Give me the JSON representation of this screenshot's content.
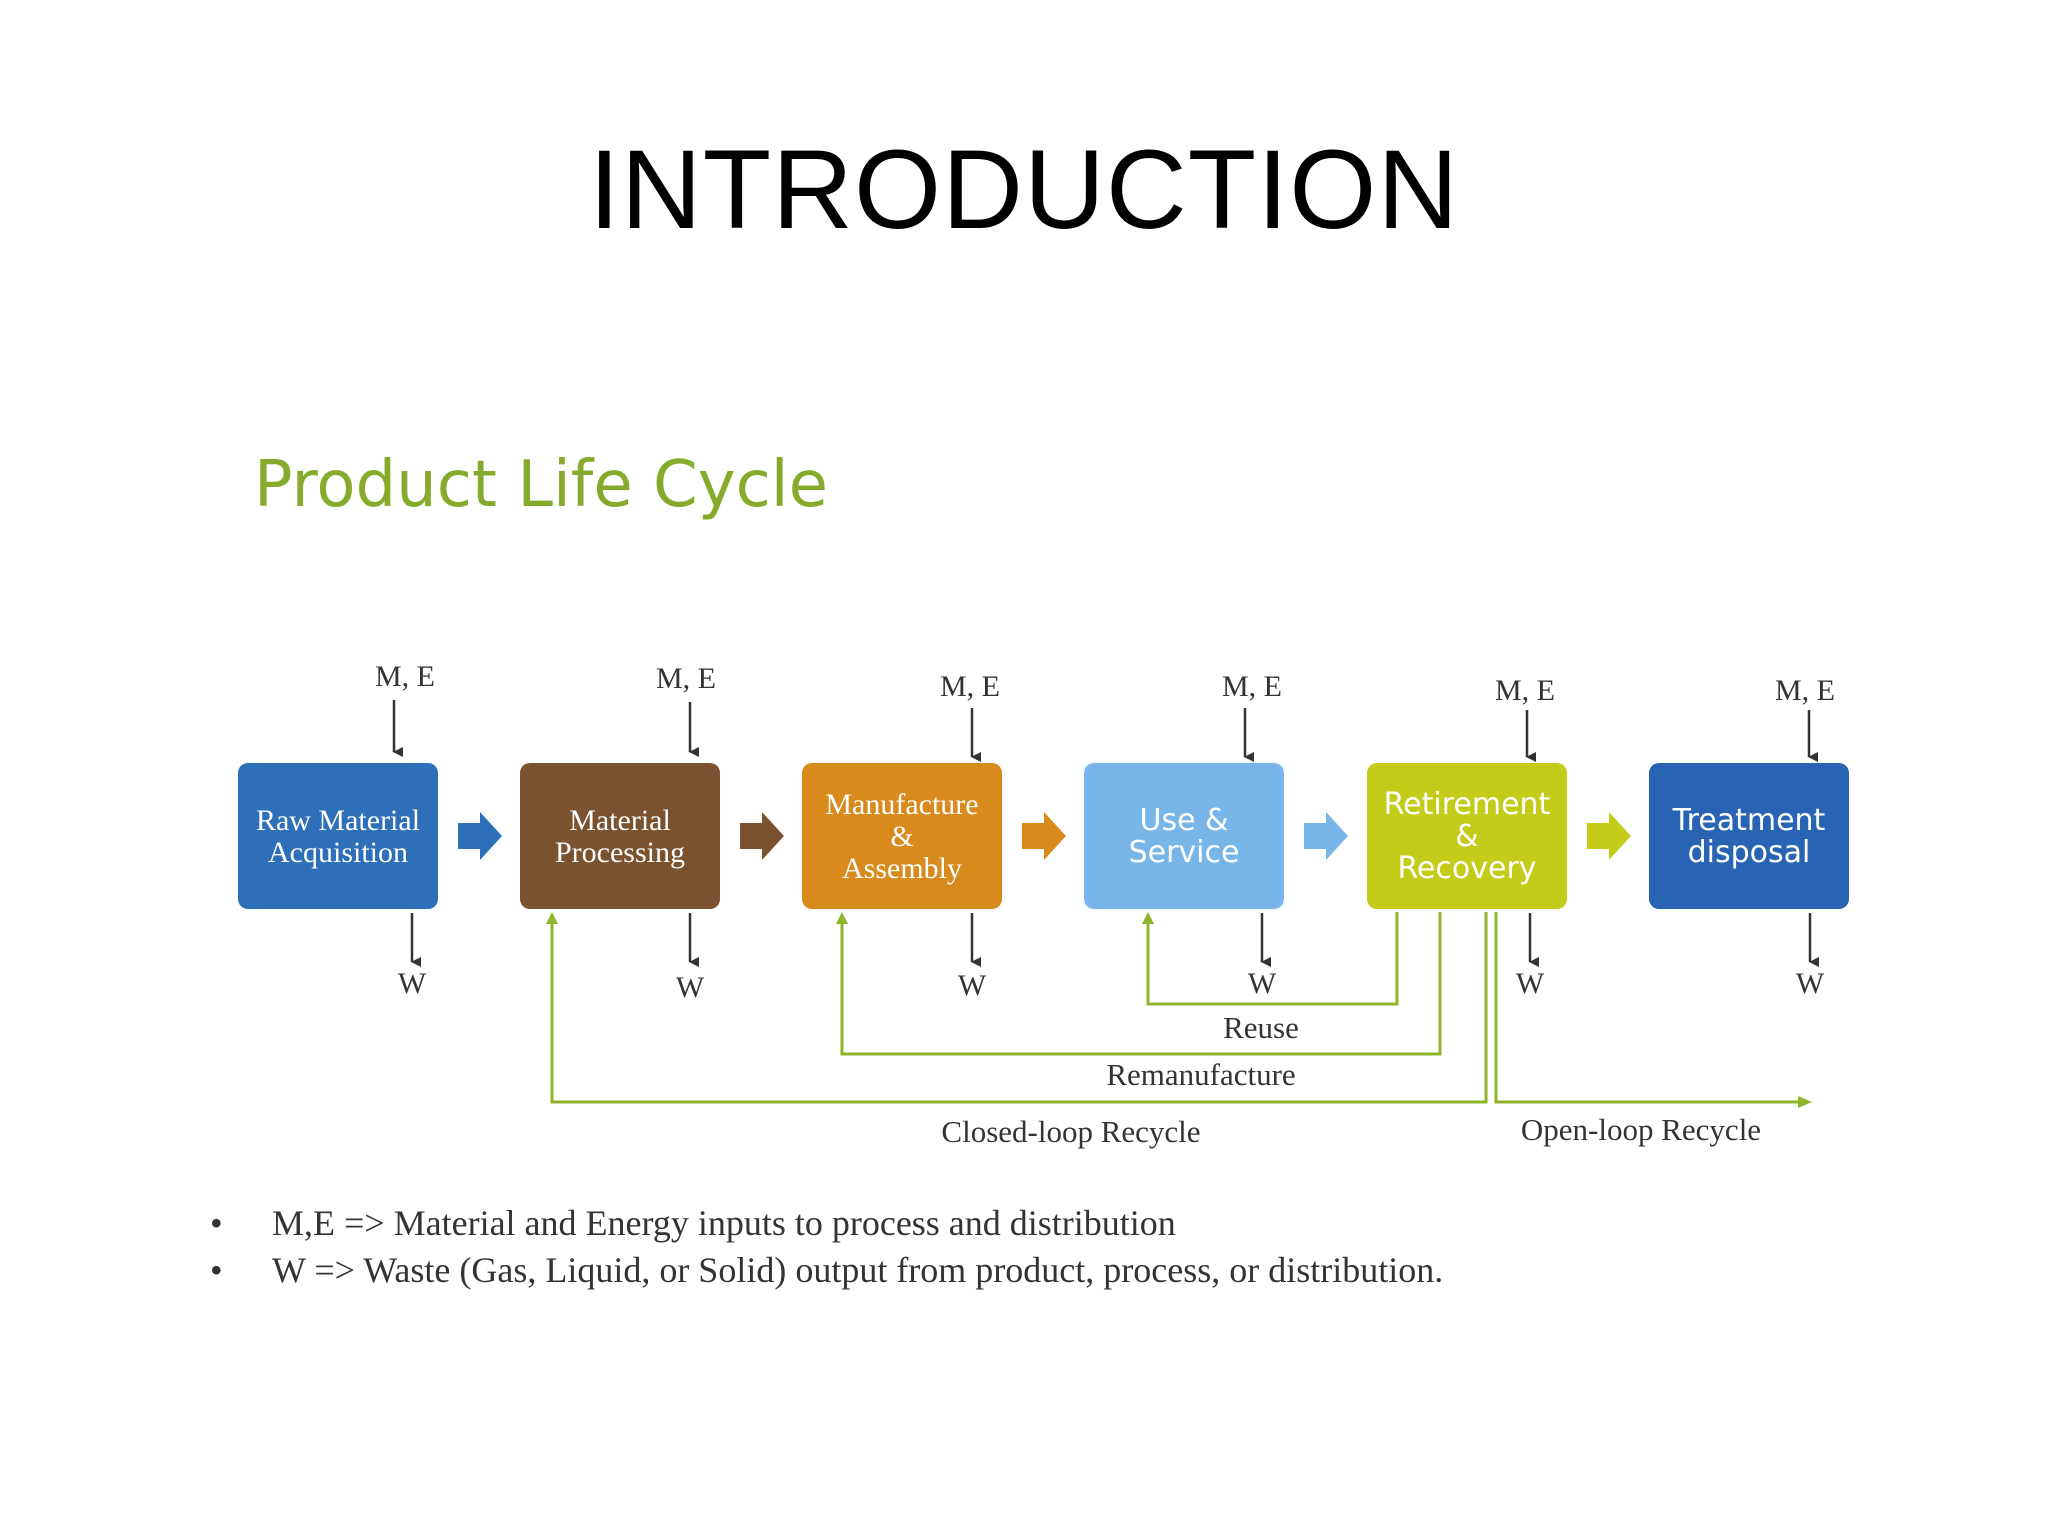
{
  "slide": {
    "title": "INTRODUCTION"
  },
  "diagram": {
    "title": "Product Life Cycle",
    "input_label": "M, E",
    "output_label": "W",
    "stages": [
      {
        "lines": [
          "Raw Material",
          "Acquisition"
        ],
        "color": "#2d6fb9",
        "text_color": "#ffffff",
        "font": "serif"
      },
      {
        "lines": [
          "Material",
          "Processing"
        ],
        "color": "#7a5230",
        "text_color": "#ffffff",
        "font": "serif"
      },
      {
        "lines": [
          "Manufacture",
          "&",
          "Assembly"
        ],
        "color": "#d98a1c",
        "text_color": "#ffffff",
        "font": "serif"
      },
      {
        "lines": [
          "Use &",
          "Service"
        ],
        "color": "#78b6ea",
        "text_color": "#ffffff",
        "font": "sans"
      },
      {
        "lines": [
          "Retirement",
          "&",
          "Recovery"
        ],
        "color": "#c4cc1a",
        "text_color": "#ffffff",
        "font": "sans"
      },
      {
        "lines": [
          "Treatment",
          "disposal"
        ],
        "color": "#2864b3",
        "text_color": "#ffffff",
        "font": "sans"
      }
    ],
    "loop_color": "#8fb52b",
    "loops": {
      "reuse": "Reuse",
      "remanufacture": "Remanufacture",
      "closed_loop": "Closed-loop Recycle",
      "open_loop": "Open-loop Recycle"
    }
  },
  "legend": {
    "bullet": "•",
    "items": [
      "M,E => Material and Energy inputs to process and distribution",
      "W => Waste (Gas, Liquid, or Solid) output from product, process, or distribution."
    ]
  }
}
